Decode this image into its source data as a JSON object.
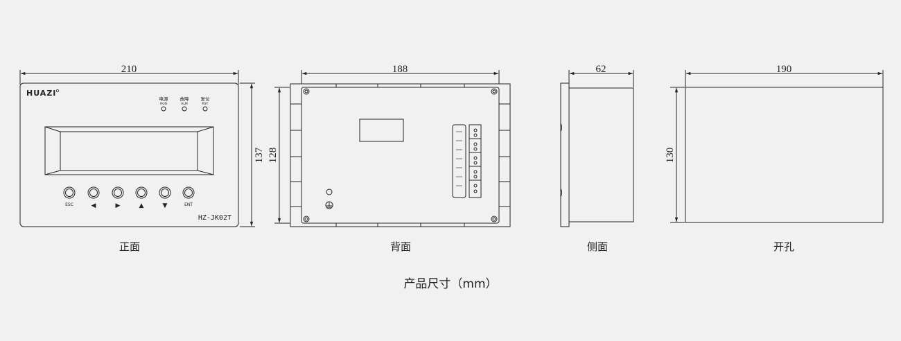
{
  "views": {
    "front": {
      "caption": "正面",
      "width_dim": "210",
      "height_dim": "137",
      "brand": "HUAZI",
      "model": "HZ-JK02T",
      "indicators": [
        {
          "zh": "电源",
          "en": "RUN"
        },
        {
          "zh": "故障",
          "en": "ALM"
        },
        {
          "zh": "复位",
          "en": "RST"
        }
      ],
      "buttons": [
        "ESC",
        "◀",
        "▶",
        "▲",
        "▼",
        "ENT"
      ]
    },
    "back": {
      "caption": "背面",
      "width_dim": "188",
      "height_dim": "128"
    },
    "side": {
      "caption": "侧面",
      "width_dim": "62"
    },
    "cutout": {
      "caption": "开孔",
      "width_dim": "190",
      "height_dim": "130"
    }
  },
  "title": "产品尺寸（mm）"
}
